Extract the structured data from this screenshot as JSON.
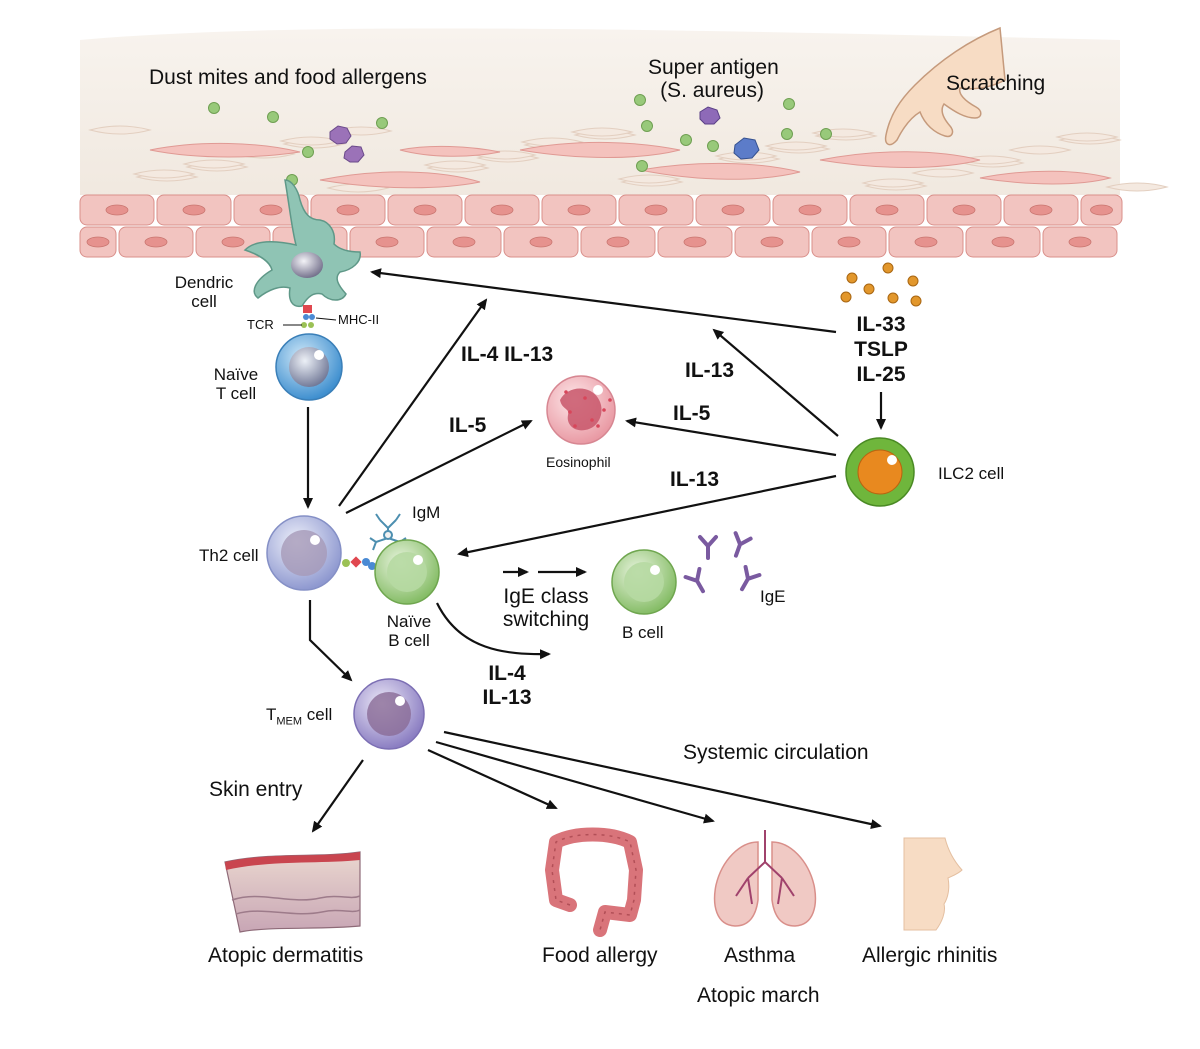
{
  "top_labels": {
    "dust": "Dust mites and food allergens",
    "super_antigen_1": "Super antigen",
    "super_antigen_2": "(S. aureus)",
    "scratching": "Scratching"
  },
  "cells": {
    "dendritic_1": "Dendric",
    "dendritic_2": "cell",
    "tcr": "TCR",
    "mhc": "MHC-II",
    "naive_t_1": "Naïve",
    "naive_t_2": "T cell",
    "th2": "Th2 cell",
    "igm": "IgM",
    "naive_b_1": "Naïve",
    "naive_b_2": "B cell",
    "eosinophil": "Eosinophil",
    "ilc2": "ILC2 cell",
    "b_cell": "B cell",
    "ige": "IgE",
    "tmem_main": "T",
    "tmem_sub": "MEM",
    "tmem_rest": " cell"
  },
  "cytokines": {
    "alarmins_1": "IL-33",
    "alarmins_2": "TSLP",
    "alarmins_3": "IL-25",
    "th2_il4_il13": "IL-4 IL-13",
    "th2_il5": "IL-5",
    "ilc2_il13_top": "IL-13",
    "ilc2_il5": "IL-5",
    "ilc2_il13_b": "IL-13",
    "b_il4": "IL-4",
    "b_il13": "IL-13"
  },
  "process": {
    "class_switch_1": "IgE class",
    "class_switch_2": "switching",
    "skin_entry": "Skin entry",
    "systemic": "Systemic circulation"
  },
  "outcomes": {
    "atopic_dermatitis": "Atopic dermatitis",
    "food_allergy": "Food allergy",
    "asthma": "Asthma",
    "allergic_rhinitis": "Allergic rhinitis",
    "atopic_march": "Atopic march"
  },
  "colors": {
    "epithelium": "#f2c4c0",
    "epithelium_border": "#d98f8a",
    "dendritic": "#8fc4b4",
    "naive_t": "#5aa7dc",
    "th2": "#a9b4e0",
    "naive_b": "#a7d08c",
    "eosinophil": "#f3b5bc",
    "ilc2_outer": "#6fb63c",
    "ilc2_inner": "#e8891f",
    "tmem": "#a79ad0",
    "antibody": "#7a5aa0",
    "allergen": "#98c97a",
    "cytokine_dot": "#e2972c"
  }
}
